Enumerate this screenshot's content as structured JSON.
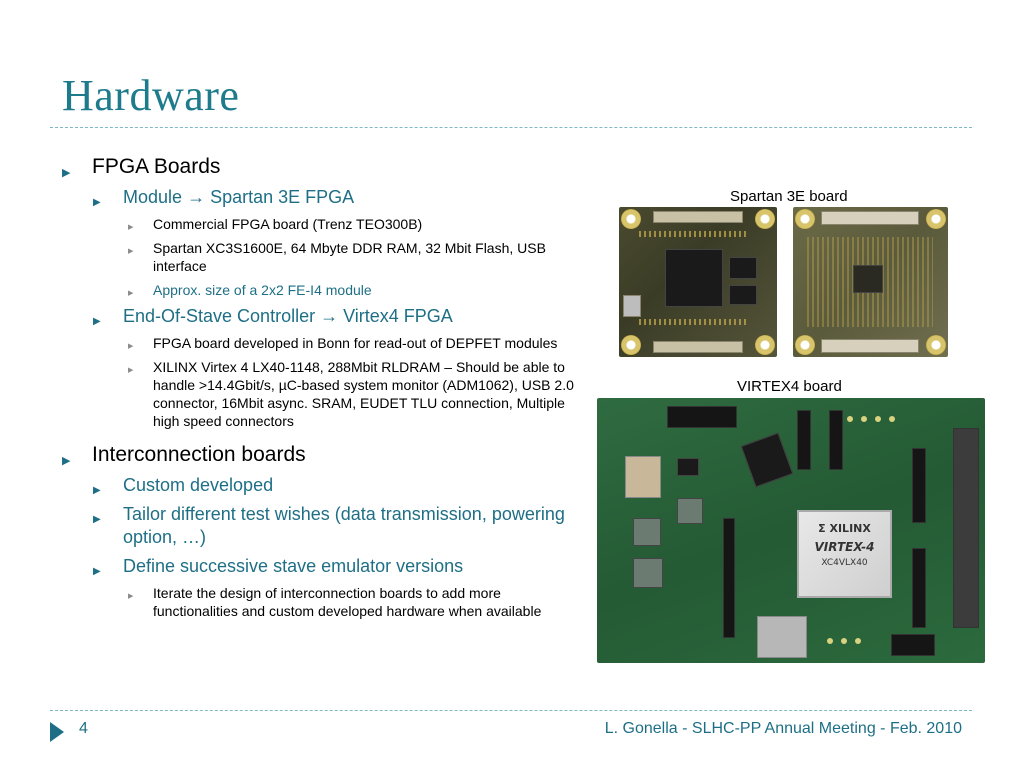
{
  "title": "Hardware",
  "bullets": {
    "fpga_boards": "FPGA Boards",
    "module": "Module",
    "module_target": "Spartan 3E FPGA",
    "module_items": [
      "Commercial FPGA board (Trenz TEO300B)",
      "Spartan XC3S1600E, 64 Mbyte DDR RAM, 32 Mbit Flash, USB interface",
      "Approx. size of a 2x2 FE-I4 module"
    ],
    "eos": "End-Of-Stave Controller",
    "eos_target": "Virtex4 FPGA",
    "eos_items": [
      "FPGA board developed in Bonn for read-out of DEPFET modules",
      "XILINX Virtex 4 LX40-1148, 288Mbit RLDRAM – Should be able to handle >14.4Gbit/s, µC-based system monitor (ADM1062), USB 2.0 connector, 16Mbit async. SRAM, EUDET TLU connection, Multiple high speed connectors"
    ],
    "interconnection": "Interconnection boards",
    "custom": "Custom developed",
    "tailor": "Tailor different test wishes (data transmission, powering option, …)",
    "define": "Define successive stave emulator versions",
    "define_items": [
      "Iterate the design of interconnection boards to add more functionalities and custom developed hardware when available"
    ]
  },
  "captions": {
    "spartan": "Spartan 3E board",
    "virtex": "VIRTEX4 board"
  },
  "fpga_chip_text": {
    "brand": "Σ XILINX",
    "model": "VIRTEX-4",
    "part": "XC4VLX40"
  },
  "footer": {
    "page": "4",
    "text": "L. Gonella - SLHC-PP Annual Meeting - Feb. 2010"
  },
  "colors": {
    "accent": "#1e6f86",
    "title": "#1e7b8c"
  }
}
